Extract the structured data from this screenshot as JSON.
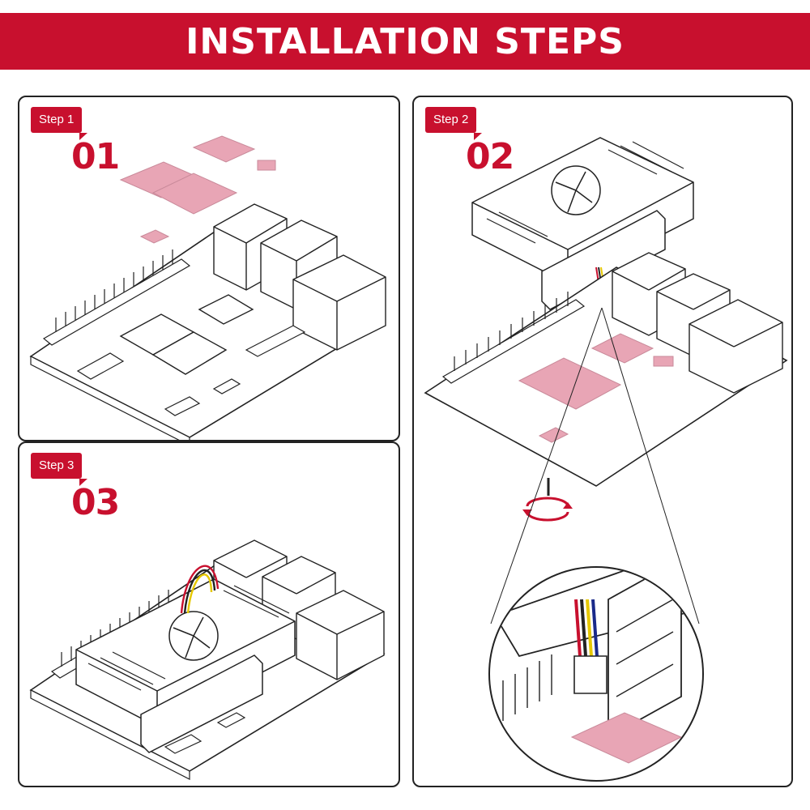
{
  "banner": {
    "title": "INSTALLATION STEPS"
  },
  "colors": {
    "accent": "#c8102e",
    "thermal_pad": "#e8a5b5",
    "line": "#222222"
  },
  "steps": [
    {
      "tag": "Step 1",
      "number": "01"
    },
    {
      "tag": "Step 2",
      "number": "02"
    },
    {
      "tag": "Step 3",
      "number": "03"
    }
  ],
  "icons": {
    "rotate": "rotate-arrow-icon"
  }
}
